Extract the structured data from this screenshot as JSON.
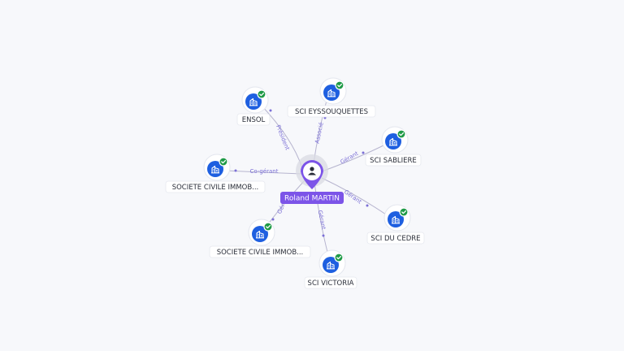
{
  "center": {
    "label": "Roland MARTIN",
    "icon": "person-icon",
    "color": "#7c54e8"
  },
  "nodes": [
    {
      "id": "ensol",
      "label": "ENSOL",
      "relation": "Président",
      "icon": "building-icon",
      "verified": true
    },
    {
      "id": "eyssouquettes",
      "label": "SCI EYSSOUQUETTES",
      "relation": "Associé",
      "icon": "building-icon",
      "verified": true
    },
    {
      "id": "sabliere",
      "label": "SCI SABLIERE",
      "relation": "Gérant",
      "icon": "building-icon",
      "verified": true
    },
    {
      "id": "cedre",
      "label": "SCI DU CEDRE",
      "relation": "Gérant",
      "icon": "building-icon",
      "verified": true
    },
    {
      "id": "victoria",
      "label": "SCI VICTORIA",
      "relation": "Gérant",
      "icon": "building-icon",
      "verified": true
    },
    {
      "id": "sci-immob-2",
      "label": "SOCIETE CIVILE IMMOB...",
      "relation": "Gér",
      "icon": "building-icon",
      "verified": true
    },
    {
      "id": "sci-immob-1",
      "label": "SOCIETE CIVILE IMMOB...",
      "relation": "Co-gérant",
      "icon": "building-icon",
      "verified": true
    }
  ],
  "colors": {
    "node": "#1e5fe0",
    "verified": "#1f9a47",
    "edge": "#b7b5cf",
    "edge_label": "#7b6fd6"
  }
}
